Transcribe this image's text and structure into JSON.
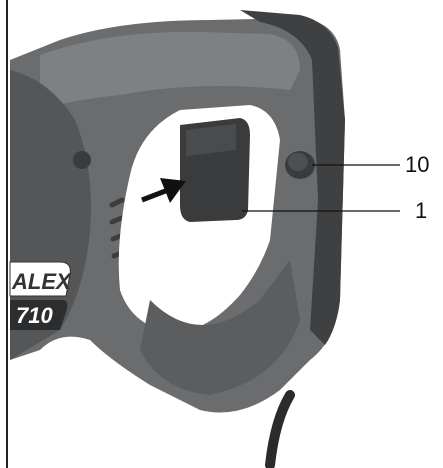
{
  "figure": {
    "callouts": [
      {
        "id": "10",
        "label": "10"
      },
      {
        "id": "1",
        "label": "1"
      }
    ],
    "brand_badge": {
      "text": "ALEX"
    },
    "model_badge": {
      "text": "710"
    },
    "colors": {
      "body": "#6b6c6e",
      "body_dark": "#4a4b4d",
      "body_light": "#8c8d8f",
      "trigger": "#3a3b3d",
      "badge": "#ffffff",
      "background": "#ffffff"
    }
  }
}
